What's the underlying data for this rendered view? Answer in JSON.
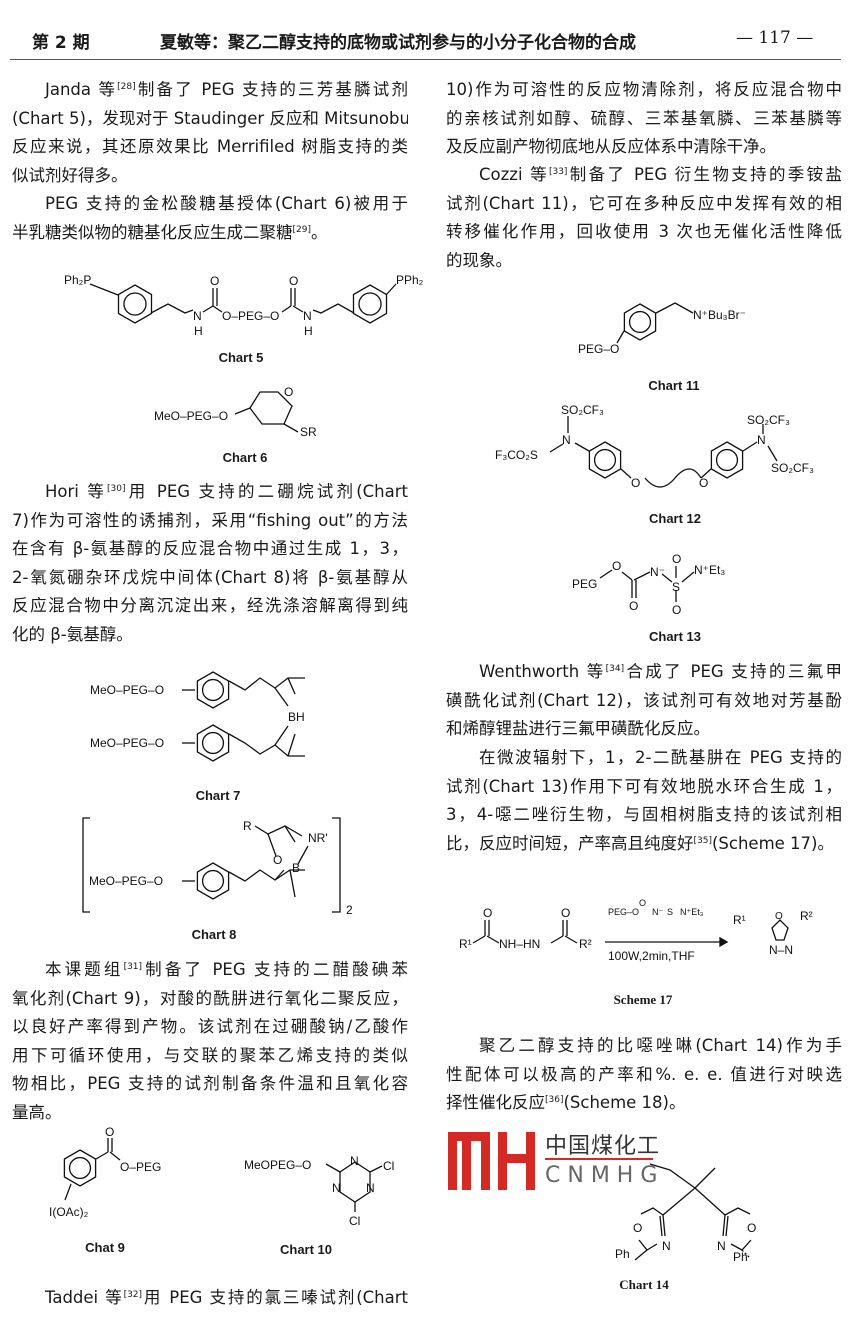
{
  "header": {
    "issue": "第 2 期",
    "title": "夏敏等：聚乙二醇支持的底物或试剂参与的小分子化合物的合成",
    "page": "— 117 —"
  },
  "paragraphs": {
    "janda": [
      [
        "Janda 等",
        {
          "sup": "[28]"
        },
        "制备了 PEG 支持的三芳基膦试剂"
      ],
      [
        "(Chart 5)，发现对于 Staudinger 反应和 Mitsunobu"
      ],
      [
        "反应来说，其还原效果比 Merrifiled 树脂支持的类"
      ],
      [
        "似试剂好得多。"
      ]
    ],
    "peg": [
      [
        "PEG 支持的金松酸糖基授体(Chart 6)被用于"
      ],
      [
        "半乳糖类似物的糖基化反应生成二聚糖",
        {
          "sup": "[29]"
        },
        "。"
      ]
    ],
    "hori": [
      [
        "Hori 等",
        {
          "sup": "[30]"
        },
        "用 PEG 支持的二硼烷试剂(Chart"
      ],
      [
        "7)作为可溶性的诱捕剂，采用“fishing out”的方法"
      ],
      [
        "在含有 β-氨基醇的反应混合物中通过生成 1，3，"
      ],
      [
        "2-氧氮硼杂环戊烷中间体(Chart 8)将 β-氨基醇从"
      ],
      [
        "反应混合物中分离沉淀出来，经洗涤溶解离得到纯"
      ],
      [
        "化的 β-氨基醇。"
      ]
    ],
    "group": [
      [
        "本课题组",
        {
          "sup": "[31]"
        },
        "制备了 PEG 支持的二醋酸碘苯"
      ],
      [
        "氧化剂(Chart 9)，对酸的酰肼进行氧化二聚反应，"
      ],
      [
        "以良好产率得到产物。该试剂在过硼酸钠/乙酸作"
      ],
      [
        "用下可循环使用，与交联的聚苯乙烯支持的类似"
      ],
      [
        "物相比，PEG 支持的试剂制备条件温和且氧化容"
      ],
      [
        "量高。"
      ]
    ],
    "taddei": [
      [
        "Taddei 等",
        {
          "sup": "[32]"
        },
        "用 PEG 支持的氯三嗪试剂(Chart"
      ]
    ],
    "cont": [
      [
        "10)作为可溶性的反应物清除剂，将反应混合物中"
      ],
      [
        "的亲核试剂如醇、硫醇、三苯基氧膦、三苯基膦等"
      ],
      [
        "及反应副产物彻底地从反应体系中清除干净。"
      ]
    ],
    "cozzi": [
      [
        "Cozzi 等",
        {
          "sup": "[33]"
        },
        "制备了 PEG 衍生物支持的季铵盐"
      ],
      [
        "试剂(Chart 11)，它可在多种反应中发挥有效的相"
      ],
      [
        "转移催化作用，回收使用 3 次也无催化活性降低"
      ],
      [
        "的现象。"
      ]
    ],
    "wenth": [
      [
        "Wenthworth 等",
        {
          "sup": "[34]"
        },
        "合成了 PEG 支持的三氟甲"
      ],
      [
        "磺酰化试剂(Chart 12)，该试剂可有效地对芳基酚"
      ],
      [
        "和烯醇锂盐进行三氟甲磺酰化反应。"
      ]
    ],
    "micro": [
      [
        "在微波辐射下，1，2-二酰基肼在 PEG 支持的"
      ],
      [
        "试剂(Chart 13)作用下可有效地脱水环合生成 1，"
      ],
      [
        "3，4-噁二唑衍生物，与固相树脂支持的该试剂相"
      ],
      [
        "比，反应时间短，产率高且纯度好",
        {
          "sup": "[35]"
        },
        "(Scheme 17)。"
      ]
    ],
    "box": [
      [
        "聚乙二醇支持的比噁唑啉(Chart 14)作为手"
      ],
      [
        "性配体可以极高的产率和%. e. e. 值进行对映选"
      ],
      [
        "择性催化反应",
        {
          "sup": "[36]"
        },
        "(Scheme 18)。"
      ]
    ]
  },
  "figures": {
    "c5": {
      "caption": "Chart 5",
      "labels": [
        "Ph₂P",
        "PPh₂",
        "N",
        "H",
        "O",
        "O–PEG–O",
        "O",
        "N",
        "H"
      ]
    },
    "c6": {
      "caption": "Chart 6",
      "labels": [
        "MeO–PEG–O",
        "O",
        "SR"
      ]
    },
    "c7": {
      "caption": "Chart 7",
      "labels": [
        "MeO–PEG–O",
        "MeO–PEG–O",
        "BH"
      ]
    },
    "c8": {
      "caption": "Chart 8",
      "labels": [
        "R",
        "NR'",
        "O",
        "B",
        "MeO–PEG–O",
        "2"
      ]
    },
    "c9": {
      "caption": "Chat 9",
      "labels": [
        "O",
        "O–PEG",
        "I(OAc)₂"
      ]
    },
    "c10": {
      "caption": "Chart 10",
      "labels": [
        "MeOPEG–O",
        "N",
        "N",
        "N",
        "Cl",
        "Cl"
      ]
    },
    "c11": {
      "caption": "Chart  11",
      "labels": [
        "N⁺Bu₃Br⁻",
        "PEG–O"
      ]
    },
    "c12": {
      "caption": "Chart 12",
      "labels": [
        "SO₂CF₃",
        "N",
        "F₃CO₂S",
        "O",
        "O",
        "N",
        "SO₂CF₃",
        "SO₂CF₃"
      ]
    },
    "c13": {
      "caption": "Chart 13",
      "labels": [
        "PEG",
        "O",
        "O",
        "N⁻",
        "S",
        "O",
        "O",
        "N⁺Et₃"
      ]
    },
    "s17": {
      "caption": "Scheme 17",
      "labels": [
        "R¹",
        "O",
        "NH–HN",
        "O",
        "R²",
        "PEG–O",
        "O",
        "N⁻",
        "S",
        "N⁺Et₃",
        "100W,2min,THF",
        "R¹",
        "O",
        "R²",
        "N–N"
      ]
    },
    "c14": {
      "caption": "Chart 14",
      "labels": [
        "O",
        "N",
        "N",
        "O",
        "Ph",
        "Ph"
      ]
    }
  },
  "watermark": {
    "mark": "MH",
    "cn": "中国煤化工",
    "en": "CNMHG",
    "color": "#d42a26"
  }
}
